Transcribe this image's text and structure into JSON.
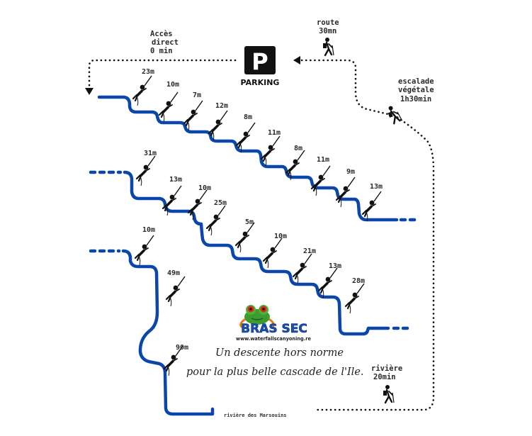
{
  "parking": {
    "symbol": "P",
    "label": "PARKING"
  },
  "access": {
    "line1": "Accès",
    "line2": "direct",
    "line3": "0 min"
  },
  "road": {
    "line1": "route",
    "line2": "30mn"
  },
  "climb": {
    "line1": "escalade",
    "line2": "végétale",
    "line3": "1h30min"
  },
  "river_walk": {
    "line1": "rivière",
    "line2": "20min"
  },
  "brand": {
    "name": "BRAS SEC",
    "url": "www.waterfallscanyoning.re"
  },
  "tagline": {
    "line1": "Un descente hors norme",
    "line2": "pour la plus belle cascade de l'Ile."
  },
  "river_name": "rivière des Marsouins",
  "icons": {
    "parking": "parking-sign-icon",
    "rappel": "abseiler-icon",
    "hiker": "hiker-icon",
    "frog": "frog-logo-icon"
  },
  "colors": {
    "river": "#0b47a8",
    "trail": "#111111",
    "brand_blue": "#1a4fb4"
  },
  "rappels": [
    {
      "height": "23m"
    },
    {
      "height": "10m"
    },
    {
      "height": "7m"
    },
    {
      "height": "12m"
    },
    {
      "height": "8m"
    },
    {
      "height": "11m"
    },
    {
      "height": "8m"
    },
    {
      "height": "11m"
    },
    {
      "height": "9m"
    },
    {
      "height": "13m"
    },
    {
      "height": "31m"
    },
    {
      "height": "13m"
    },
    {
      "height": "10m"
    },
    {
      "height": "25m"
    },
    {
      "height": "5m"
    },
    {
      "height": "10m"
    },
    {
      "height": "21m"
    },
    {
      "height": "13m"
    },
    {
      "height": "28m"
    },
    {
      "height": "10m"
    },
    {
      "height": "49m"
    },
    {
      "height": "90m"
    }
  ]
}
